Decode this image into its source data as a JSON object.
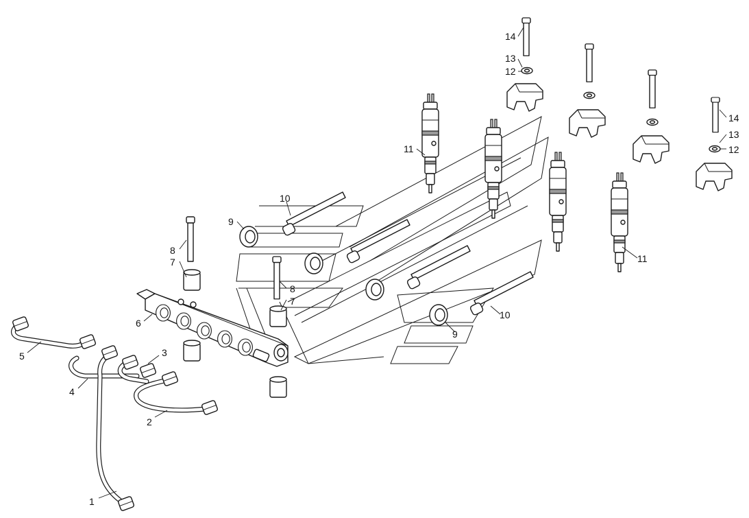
{
  "callouts": {
    "c1": "1",
    "c2": "2",
    "c3": "3",
    "c4": "4",
    "c5": "5",
    "c6": "6",
    "c7a": "7",
    "c7b": "7",
    "c8a": "8",
    "c8b": "8",
    "c9a": "9",
    "c9b": "9",
    "c10a": "10",
    "c10b": "10",
    "c11a": "11",
    "c11b": "11",
    "c12a": "12",
    "c12b": "12",
    "c13a": "13",
    "c13b": "13",
    "c14a": "14",
    "c14b": "14"
  }
}
